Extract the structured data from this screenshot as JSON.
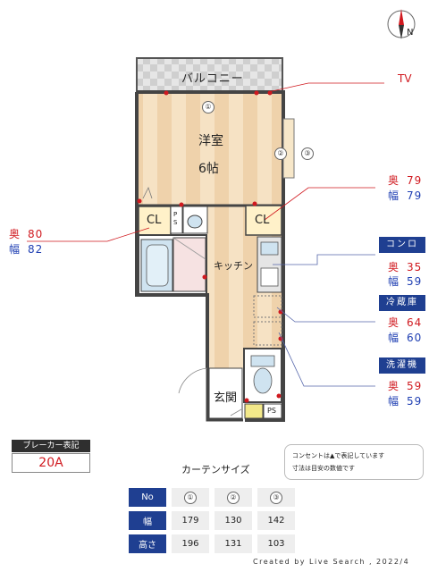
{
  "compass": {
    "north": "N"
  },
  "rooms": {
    "balcony": "バルコニー",
    "western_room": "洋室",
    "western_size": "6帖",
    "closet1": "CL",
    "closet2": "CL",
    "kitchen": "キッチン",
    "entrance": "玄関",
    "ps1_line1": "P",
    "ps1_line2": "S",
    "ps2": "PS"
  },
  "window_markers": [
    "①",
    "②",
    "③"
  ],
  "callouts": {
    "tv": "TV",
    "left": {
      "depth_label": "奥",
      "depth": "80",
      "width_label": "幅",
      "width": "82"
    },
    "right_cl": {
      "depth_label": "奥",
      "depth": "79",
      "width_label": "幅",
      "width": "79"
    },
    "konro": {
      "title": "コンロ",
      "depth_label": "奥",
      "depth": "35",
      "width_label": "幅",
      "width": "59"
    },
    "fridge": {
      "title": "冷蔵庫",
      "depth_label": "奥",
      "depth": "64",
      "width_label": "幅",
      "width": "60"
    },
    "washer": {
      "title": "洗濯機",
      "depth_label": "奥",
      "depth": "59",
      "width_label": "幅",
      "width": "59"
    }
  },
  "breaker": {
    "title": "ブレーカー表記",
    "value": "20A"
  },
  "note": {
    "line1": "コンセントは▲で表記しています",
    "line2": "寸法は目安の数値です"
  },
  "curtain": {
    "title": "カーテンサイズ",
    "headers": [
      "No",
      "①",
      "②",
      "③"
    ],
    "rows": [
      {
        "label": "幅",
        "values": [
          "179",
          "130",
          "142"
        ]
      },
      {
        "label": "高さ",
        "values": [
          "196",
          "131",
          "103"
        ]
      }
    ]
  },
  "credit": "Created by Live Search , 2022/4",
  "colors": {
    "accent": "#1f3f91",
    "red": "#d0191f",
    "floor_wood": "#f4dcb8"
  }
}
